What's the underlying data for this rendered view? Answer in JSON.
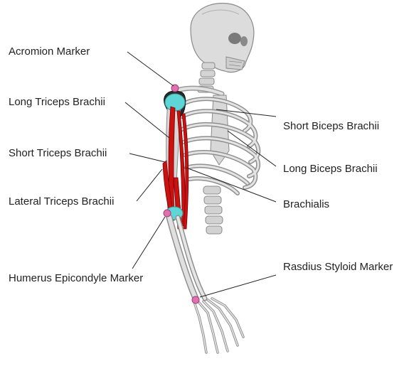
{
  "labels": {
    "acromion_marker": "Acromion Marker",
    "long_triceps": "Long Triceps Brachii",
    "short_triceps": "Short Triceps Brachii",
    "lateral_triceps": "Lateral Triceps Brachii",
    "humerus_epicondyle_marker": "Humerus Epicondyle Marker",
    "short_biceps": "Short Biceps Brachii",
    "long_biceps": "Long Biceps Brachii",
    "brachialis": "Brachialis",
    "radius_styloid_marker": "Rasdius Styloid Marker"
  },
  "colors": {
    "bone": "#d9d9d9",
    "bone_shade": "#9a9a9a",
    "muscle": "#cc1111",
    "joint": "#5fd6d6",
    "marker": "#e070b0",
    "leader": "#222222"
  }
}
